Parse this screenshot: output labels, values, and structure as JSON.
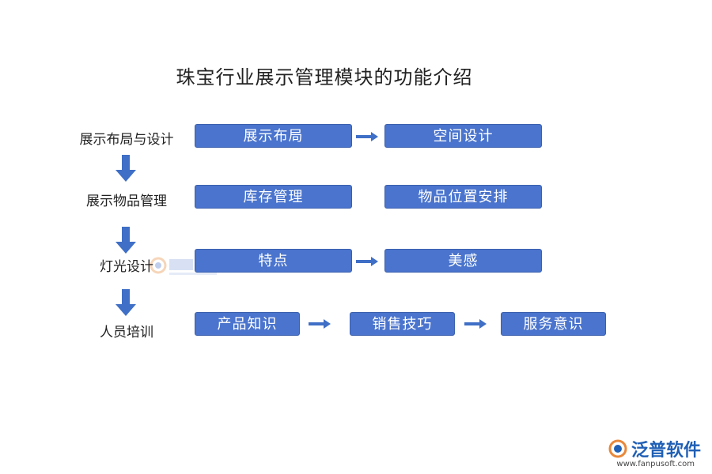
{
  "title": "珠宝行业展示管理模块的功能介绍",
  "stages": [
    {
      "label": "展示布局与设计",
      "items": [
        "展示布局",
        "空间设计"
      ]
    },
    {
      "label": "展示物品管理",
      "items": [
        "库存管理",
        "物品位置安排"
      ]
    },
    {
      "label": "灯光设计",
      "items": [
        "特点",
        "美感"
      ]
    },
    {
      "label": "人员培训",
      "items": [
        "产品知识",
        "销售技巧",
        "服务意识"
      ]
    }
  ],
  "logo": {
    "name": "泛普软件",
    "url": "www.fanpusoft.com"
  },
  "colors": {
    "box_fill": "#4a74cd",
    "arrow": "#3f6fc6",
    "title": "#222222"
  }
}
